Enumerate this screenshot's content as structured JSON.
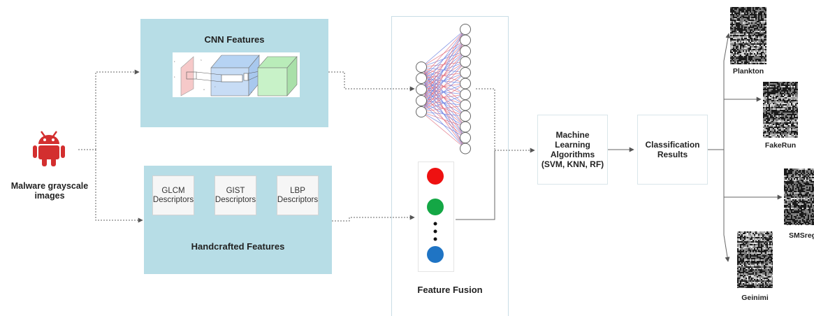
{
  "input": {
    "label_line1": "Malware grayscale",
    "label_line2": "images",
    "icon": "android-icon",
    "icon_color": "#d32f2f"
  },
  "cnn": {
    "title": "CNN Features",
    "box_color": "#b7dde6"
  },
  "handcrafted": {
    "title": "Handcrafted Features",
    "descriptors": [
      {
        "line1": "GLCM",
        "line2": "Descriptors"
      },
      {
        "line1": "GIST",
        "line2": "Descriptors"
      },
      {
        "line1": "LBP",
        "line2": "Descriptors"
      }
    ]
  },
  "fusion": {
    "title": "Feature Fusion",
    "dot_colors": [
      "#ee1111",
      "#14a745",
      "#1f74c4"
    ]
  },
  "ml": {
    "line1": "Machine",
    "line2": "Learning",
    "line3": "Algorithms",
    "line4": "(SVM, KNN, RF)"
  },
  "results": {
    "line1": "Classification",
    "line2": "Results"
  },
  "classes": [
    "Plankton",
    "FakeRun",
    "SMSreg",
    "Geinimi"
  ]
}
